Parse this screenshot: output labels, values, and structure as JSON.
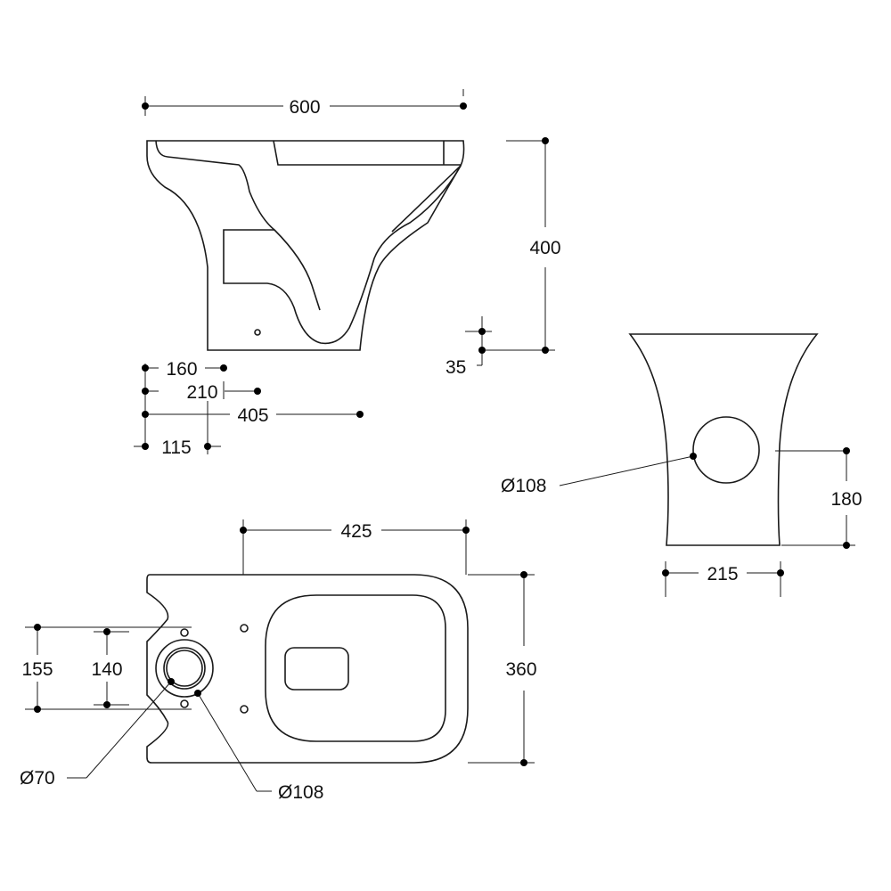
{
  "dimensions": {
    "side_width": "600",
    "side_height": "400",
    "outlet_height": "35",
    "d160": "160",
    "d210": "210",
    "d405": "405",
    "d115": "115",
    "front_hole": "Ø108",
    "front_height": "180",
    "front_width": "215",
    "plan_length": "425",
    "plan_width": "360",
    "plan_155": "155",
    "plan_140": "140",
    "plan_hole_inner": "Ø70",
    "plan_hole_outer": "Ø108"
  }
}
